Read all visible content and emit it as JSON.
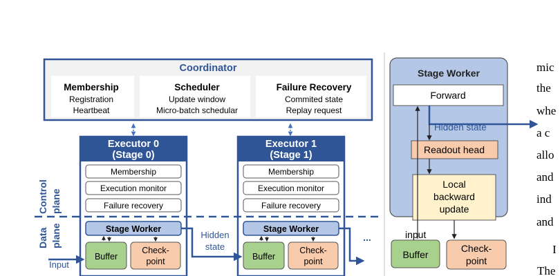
{
  "coordinator": {
    "title": "Coordinator",
    "sections": [
      {
        "heading": "Membership",
        "lines": [
          "Registration",
          "Heartbeat"
        ]
      },
      {
        "heading": "Scheduler",
        "lines": [
          "Update window",
          "Micro-batch schedular"
        ]
      },
      {
        "heading": "Failure Recovery",
        "lines": [
          "Commited state",
          "Replay request"
        ]
      }
    ]
  },
  "executors": [
    {
      "title_line1": "Executor 0",
      "title_line2": "(Stage 0)",
      "control_items": [
        "Membership",
        "Execution monitor",
        "Failure recovery"
      ],
      "stage_worker": "Stage Worker",
      "buffer": "Buffer",
      "checkpoint_line1": "Check-",
      "checkpoint_line2": "point"
    },
    {
      "title_line1": "Executor 1",
      "title_line2": "(Stage 1)",
      "control_items": [
        "Membership",
        "Execution monitor",
        "Failure recovery"
      ],
      "stage_worker": "Stage Worker",
      "buffer": "Buffer",
      "checkpoint_line1": "Check-",
      "checkpoint_line2": "point"
    }
  ],
  "planes": {
    "control_line1": "Control",
    "control_line2": "plane",
    "data_line1": "Data",
    "data_line2": "plane"
  },
  "flow": {
    "input": "Input",
    "hidden_state_line1": "Hidden",
    "hidden_state_line2": "state",
    "ellipsis": "..."
  },
  "detail": {
    "title": "Stage Worker",
    "forward": "Forward",
    "hidden_state": "Hidden state",
    "readout": "Readout head",
    "local_line1": "Local",
    "local_line2": "backward",
    "local_line3": "update",
    "input": "input",
    "buffer": "Buffer",
    "checkpoint_line1": "Check-",
    "checkpoint_line2": "point"
  },
  "side_text": {
    "lines": [
      "mic",
      "the",
      "whe",
      "a  c",
      "allo",
      "and",
      "ind",
      "and"
    ],
    "extra_lines": [
      "I",
      "The"
    ]
  },
  "colors": {
    "coordinator_fill": "#f2f2f2",
    "executor_header": "#2f5597",
    "executor_border": "#2f5597",
    "stage_worker_fill": "#b4c7e7",
    "buffer_fill": "#a9d18e",
    "checkpoint_fill": "#f8cbad",
    "readout_fill": "#f8cbad",
    "local_fill": "#fff2cc",
    "detail_fill": "#b4c7e7",
    "accent_text": "#2f5597",
    "arrow": "#2f5597"
  }
}
